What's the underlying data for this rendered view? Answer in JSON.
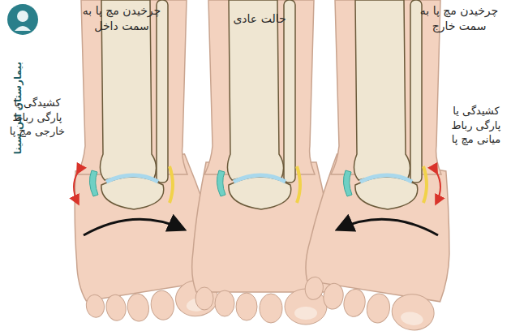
{
  "diagram": {
    "labels": [
      "بیمارستان ابن سینا",
      "چرخیدن مچ پا به سمت داخل",
      "حالت عادی",
      "چرخیدن مچ پا به سمت خارج",
      "کشیدگی یا پارگی رباط خارجی مچ پا",
      "کشیدگی یا پارگی رباط میانی مچ پا"
    ]
  }
}
